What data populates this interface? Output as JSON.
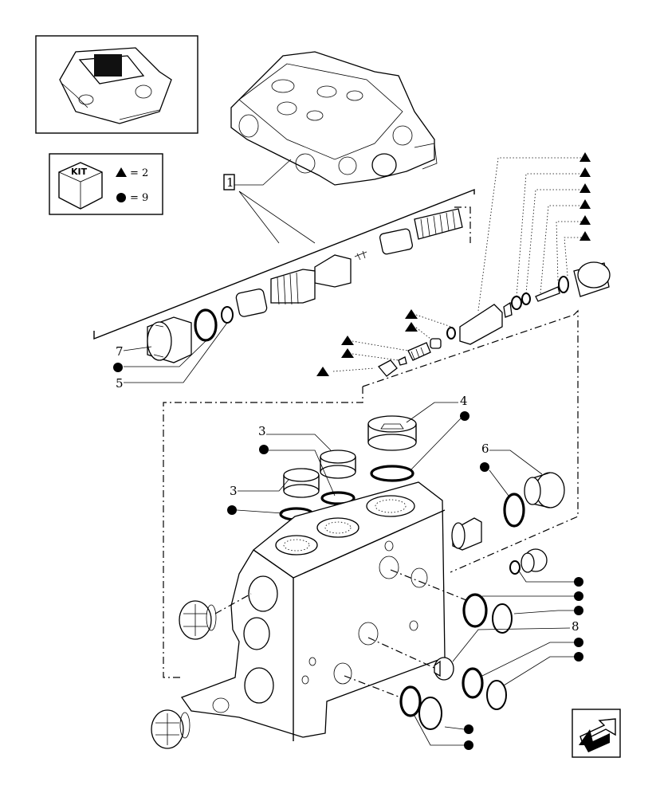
{
  "kit_legend": {
    "kit_label": "KIT",
    "triangle_eq": "= 2",
    "circle_eq": "= 9"
  },
  "callouts": {
    "ref_1": "1",
    "ref_3a": "3",
    "ref_3b": "3",
    "ref_4": "4",
    "ref_5": "5",
    "ref_6": "6",
    "ref_7": "7",
    "ref_8": "8"
  },
  "icons": {
    "kit_box": "cube-icon",
    "triangle_marker": "triangle-icon",
    "circle_marker": "circle-icon",
    "navigation": "arrow-back-icon"
  }
}
